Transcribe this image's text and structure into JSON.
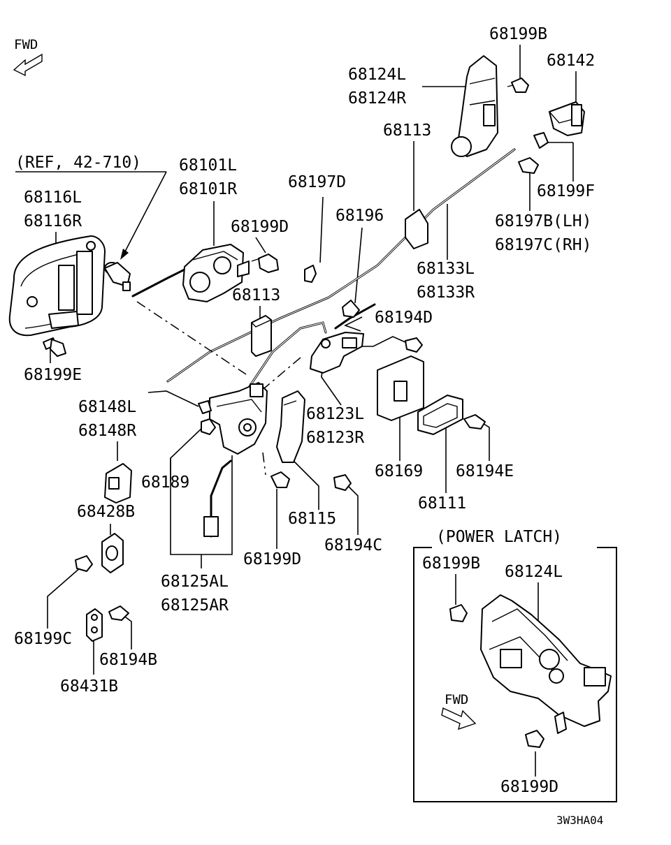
{
  "diagram": {
    "fwd_label": "FWD",
    "ref_label": "(REF, 42-710)",
    "power_latch": {
      "title": "(POWER LATCH)",
      "fwd_label": "FWD",
      "labels": [
        "68199B",
        "68124L",
        "68199D"
      ]
    },
    "drawing_code": "3W3HA04",
    "parts": [
      "68199B",
      "68142",
      "68124L",
      "68124R",
      "68113",
      "68199F",
      "68197B(LH)",
      "68197C(RH)",
      "68101L",
      "68101R",
      "68197D",
      "68116L",
      "68116R",
      "68199D",
      "68196",
      "68133L",
      "68133R",
      "68113",
      "68194D",
      "68199E",
      "68148L",
      "68148R",
      "68123L",
      "68123R",
      "68169",
      "68194E",
      "68189",
      "68111",
      "68428B",
      "68115",
      "68194C",
      "68199D",
      "68125AL",
      "68125AR",
      "68199C",
      "68194B",
      "68431B"
    ]
  }
}
